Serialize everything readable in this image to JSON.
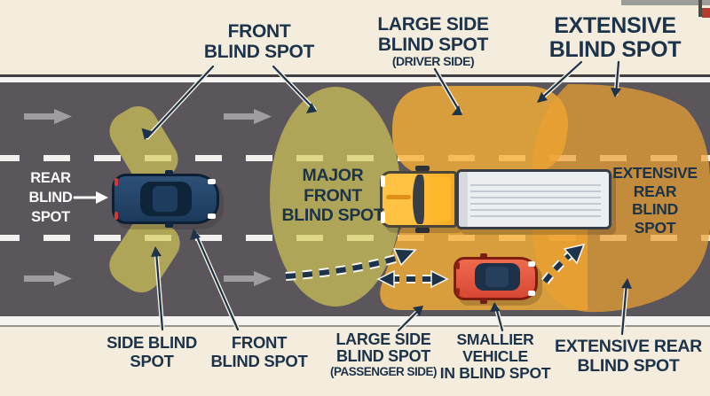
{
  "labels": {
    "front_blind_spot_top": [
      "FRONT",
      "BLIND SPOT"
    ],
    "large_side_driver": [
      "LARGE SIDE",
      "BLIND SPOT",
      "(DRIVER SIDE)"
    ],
    "extensive_blind_spot": [
      "EXTENSIVE",
      "BLIND SPOT"
    ],
    "rear_blind_spot": [
      "REAR",
      "BLIND",
      "SPOT"
    ],
    "major_front_blind_spot": [
      "MAJOR",
      "FRONT",
      "BLIND SPOT"
    ],
    "extensive_rear_zone": [
      "EXTENSIVE",
      "REAR",
      "BLIND",
      "SPOT"
    ],
    "side_blind_spot": [
      "SIDE BLIND",
      "SPOT"
    ],
    "front_blind_spot_bottom": [
      "FRONT",
      "BLIND SPOT"
    ],
    "large_side_passenger": [
      "LARGE SIDE",
      "BLIND SPOT",
      "(PASSENGER SIDE)"
    ],
    "smaller_vehicle": [
      "SMALLIER",
      "VEHICLE",
      "IN BLIND SPOT"
    ],
    "extensive_rear_bottom": [
      "EXTENSIVE REAR",
      "BLIND SPOT"
    ]
  },
  "colors": {
    "background": "#f4edde",
    "road": "#5a565c",
    "lane_dash": "#f2f1ee",
    "label_navy": "#1c3349",
    "label_white": "#fafaf8",
    "traffic_arrow": "#a09da1",
    "zone_olive": "rgba(214,203,88,0.68)",
    "zone_orange": "rgba(236,160,49,0.72)",
    "zone_orange_bright": "rgba(248,175,52,0.8)",
    "car_blue": "#1e3c5e",
    "truck_yellow": "#f9a91f",
    "trailer_body": "#eceff2",
    "car_red": "#d84733",
    "dashed_navy": "#1d3349"
  }
}
